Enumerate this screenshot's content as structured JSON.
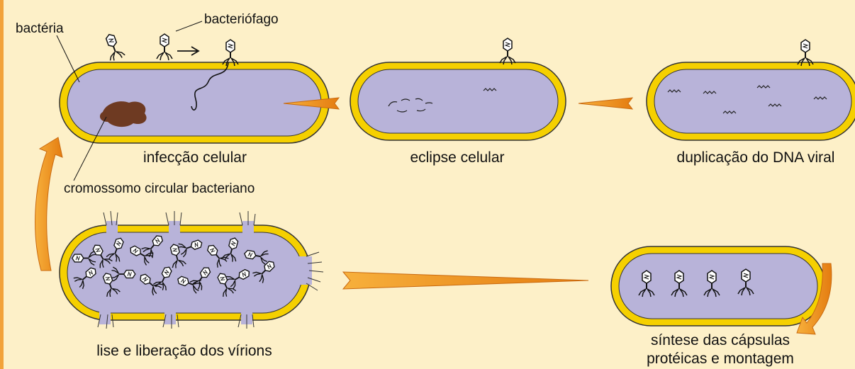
{
  "labels": {
    "bacteria": "bactéria",
    "phage": "bacteriófago",
    "chromosome": "cromossomo circular bacteriano"
  },
  "stages": {
    "infection": "infecção celular",
    "eclipse": "eclipse celular",
    "duplication": "duplicação do DNA viral",
    "synthesis_line1": "síntese das cápsulas",
    "synthesis_line2": "protéicas e montagem",
    "lysis": "lise e liberação dos vírions"
  },
  "colors": {
    "background": "#fdf0c8",
    "cell_wall": "#f5d000",
    "cytoplasm": "#b8b3d9",
    "chromosome": "#6e3a22",
    "arrow": "#f0921e"
  }
}
